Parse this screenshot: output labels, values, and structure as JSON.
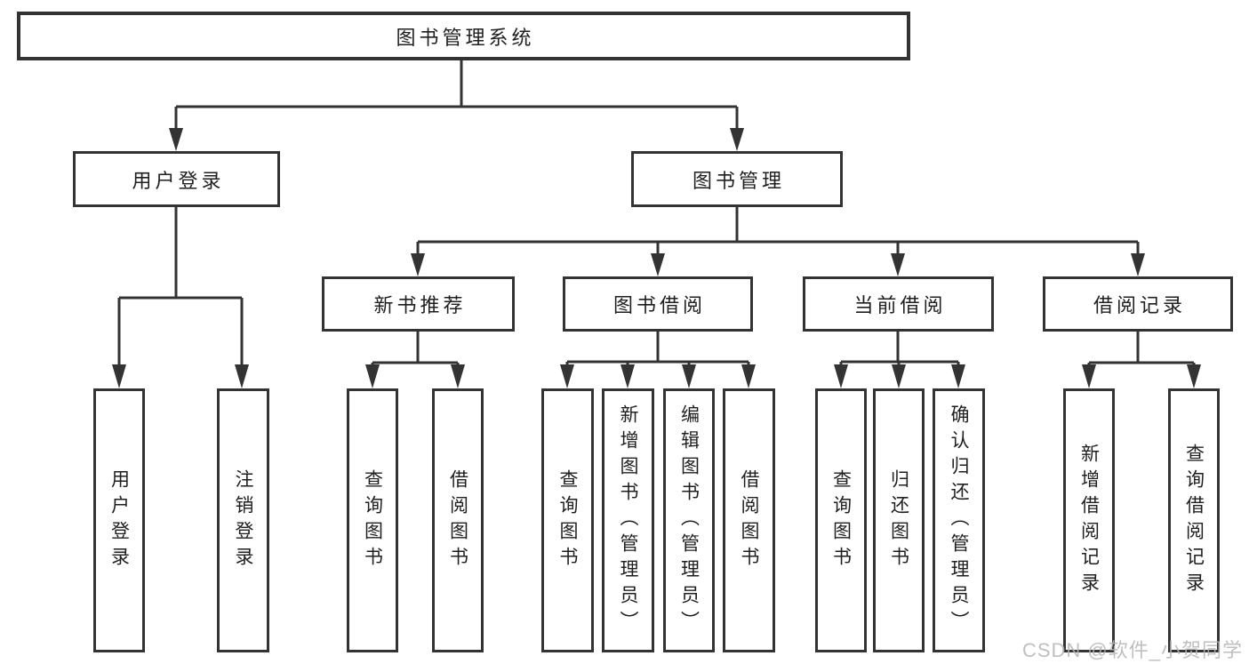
{
  "tree": {
    "label": "图书管理系统",
    "children": [
      {
        "label": "用户登录",
        "children": [
          {
            "label": "用户登录"
          },
          {
            "label": "注销登录"
          }
        ]
      },
      {
        "label": "图书管理",
        "children": [
          {
            "label": "新书推荐",
            "children": [
              {
                "label": "查询图书"
              },
              {
                "label": "借阅图书"
              }
            ]
          },
          {
            "label": "图书借阅",
            "children": [
              {
                "label": "查询图书"
              },
              {
                "label": "新增图书（管理员）"
              },
              {
                "label": "编辑图书（管理员）"
              },
              {
                "label": "借阅图书"
              }
            ]
          },
          {
            "label": "当前借阅",
            "children": [
              {
                "label": "查询图书"
              },
              {
                "label": "归还图书"
              },
              {
                "label": "确认归还（管理员）"
              }
            ]
          },
          {
            "label": "借阅记录",
            "children": [
              {
                "label": "新增借阅记录"
              },
              {
                "label": "查询借阅记录"
              }
            ]
          }
        ]
      }
    ]
  },
  "watermark": {
    "text": "CSDN @软件_小贺同学"
  },
  "colors": {
    "line": "#333333",
    "text": "#1f1f1f",
    "watermark": "#b5b5b5",
    "background": "#ffffff"
  }
}
